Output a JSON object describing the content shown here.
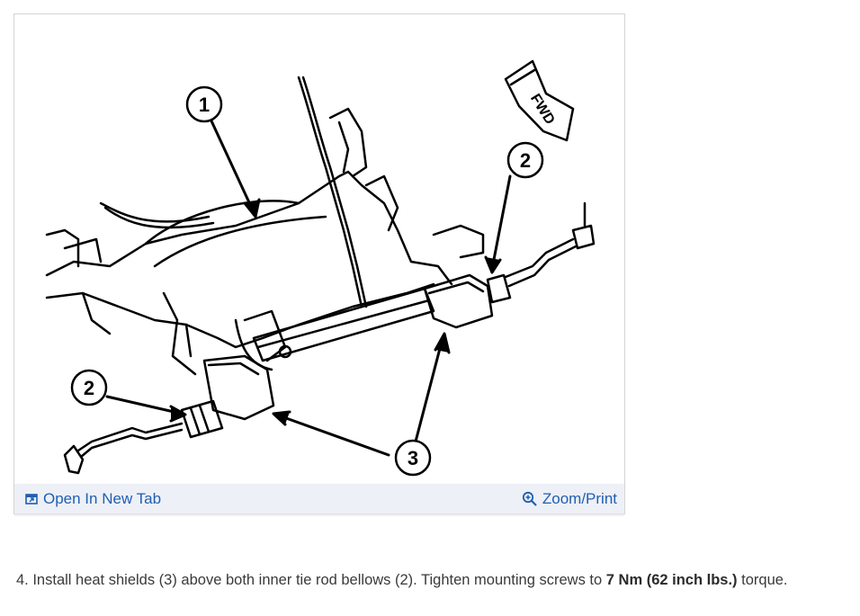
{
  "figure": {
    "callouts": [
      "1",
      "2",
      "2",
      "3"
    ],
    "direction_label": "FWD",
    "toolbar": {
      "open_tab_label": "Open In New Tab",
      "zoom_label": "Zoom/Print",
      "open_tab_icon": "open-new-tab-icon",
      "zoom_icon": "zoom-magnifier-icon"
    }
  },
  "instruction": {
    "step_text": "4. Install heat shields (3) above both inner tie rod bellows (2). Tighten mounting screws to ",
    "torque_value": "7 Nm (62 inch lbs.)",
    "suffix": " torque."
  },
  "colors": {
    "link": "#1f5fb0",
    "toolbar_bg": "#eef0f7",
    "card_border": "#d4d4d4"
  }
}
